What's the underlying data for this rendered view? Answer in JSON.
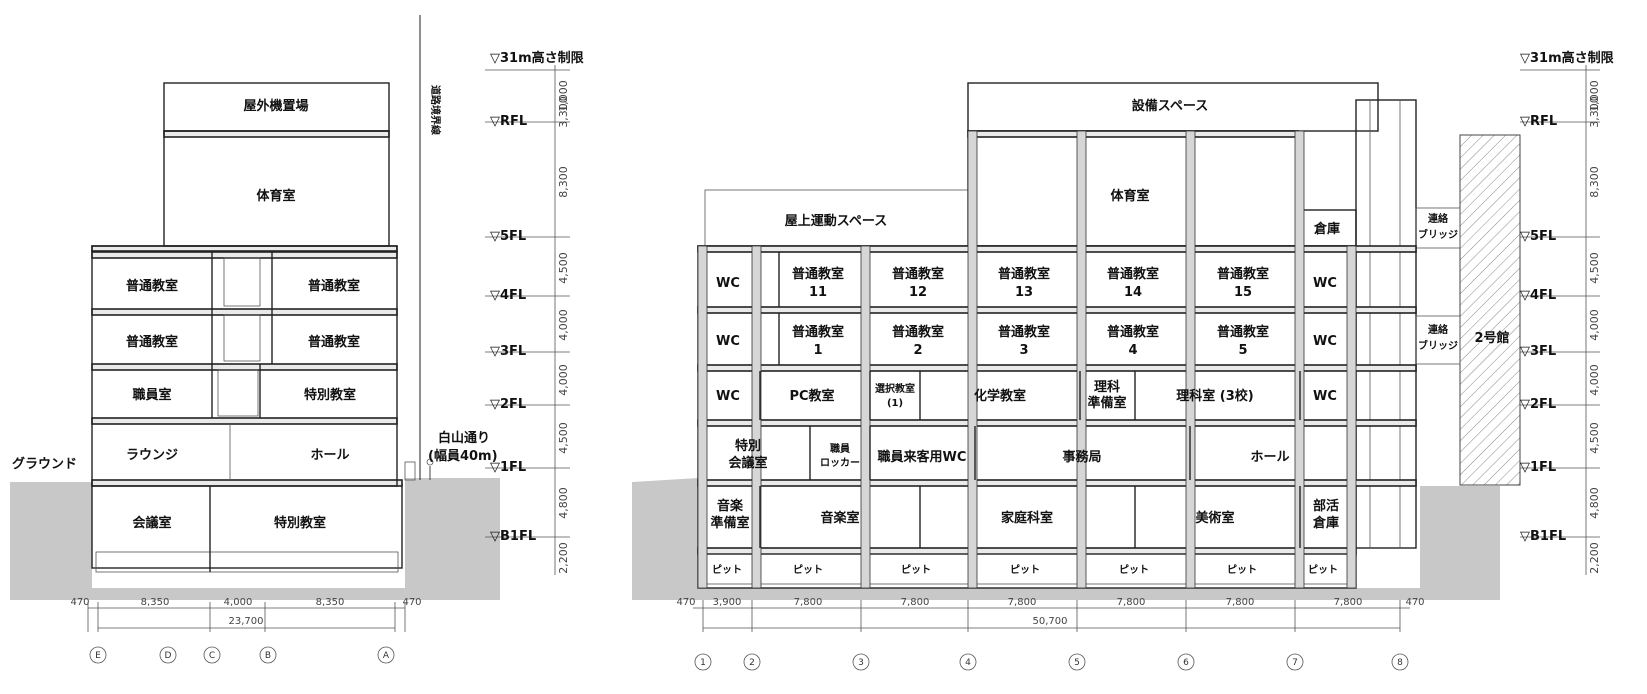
{
  "left_section": {
    "rooms": {
      "outdoor_units": "屋外機置場",
      "gym": "体育室",
      "classroom_4_left": "普通教室",
      "classroom_4_right": "普通教室",
      "classroom_3_left": "普通教室",
      "classroom_3_right": "普通教室",
      "staff_room": "職員室",
      "special_2": "特別教室",
      "lounge": "ラウンジ",
      "hall": "ホール",
      "meeting": "会議室",
      "special_b1": "特別教室"
    },
    "ground_label": "グラウンド",
    "road_label_1": "白山通り",
    "road_label_2": "(幅員40m)",
    "boundary_label": "道路境界線",
    "dims_bottom": [
      "470",
      "8,350",
      "4,000",
      "8,350",
      "470"
    ],
    "dim_total": "23,700",
    "grid_axes": [
      "E",
      "D",
      "C",
      "B",
      "A"
    ]
  },
  "right_section": {
    "rooms": {
      "equipment": "設備スペース",
      "roof_sports": "屋上運動スペース",
      "gym": "体育室",
      "storage_5": "倉庫",
      "bridge_a_1": "連絡",
      "bridge_a_2": "ブリッジ",
      "bridge_b_1": "連絡",
      "bridge_b_2": "ブリッジ",
      "building2": "2号館",
      "wc_4l": "WC",
      "wc_4r": "WC",
      "wc_3l": "WC",
      "wc_3r": "WC",
      "wc_2l": "WC",
      "wc_2r": "WC",
      "c11_a": "普通教室",
      "c11_b": "11",
      "c12_a": "普通教室",
      "c12_b": "12",
      "c13_a": "普通教室",
      "c13_b": "13",
      "c14_a": "普通教室",
      "c14_b": "14",
      "c15_a": "普通教室",
      "c15_b": "15",
      "c1_a": "普通教室",
      "c1_b": "1",
      "c2_a": "普通教室",
      "c2_b": "2",
      "c3_a": "普通教室",
      "c3_b": "3",
      "c4_a": "普通教室",
      "c4_b": "4",
      "c5_a": "普通教室",
      "c5_b": "5",
      "pc": "PC教室",
      "elective_a": "選択教室",
      "elective_b": "(1)",
      "chemistry": "化学教室",
      "sci_prep_a": "理科",
      "sci_prep_b": "準備室",
      "science": "理科室 (3校)",
      "special_meet_a": "特別",
      "special_meet_b": "会議室",
      "staff_locker_a": "職員",
      "staff_locker_b": "ロッカー",
      "guest_wc": "職員来客用WC",
      "office": "事務局",
      "hall": "ホール",
      "music_prep_a": "音楽",
      "music_prep_b": "準備室",
      "music": "音楽室",
      "home_ec": "家庭科室",
      "art": "美術室",
      "club_a": "部活",
      "club_b": "倉庫",
      "pits": [
        "ピット",
        "ピット",
        "ピット",
        "ピット",
        "ピット",
        "ピット",
        "ピット"
      ]
    },
    "dims_bottom": [
      "470",
      "3,900",
      "7,800",
      "7,800",
      "7,800",
      "7,800",
      "7,800",
      "7,800",
      "470"
    ],
    "dim_total": "50,700",
    "grid_axes": [
      "1",
      "2",
      "3",
      "4",
      "5",
      "6",
      "7",
      "8"
    ]
  },
  "levels": {
    "height_limit": "▽31m高さ制限",
    "rfl": "▽RFL",
    "fl5": "▽5FL",
    "fl4": "▽4FL",
    "fl3": "▽3FL",
    "fl2": "▽2FL",
    "fl1": "▽1FL",
    "b1fl": "▽B1FL"
  },
  "story_heights": [
    "1,000",
    "3,300",
    "8,300",
    "4,500",
    "4,000",
    "4,000",
    "4,500",
    "4,800",
    "2,200"
  ],
  "colors": {
    "ground": "#c8c8c8",
    "line": "#222222",
    "hatch": "#888888"
  }
}
